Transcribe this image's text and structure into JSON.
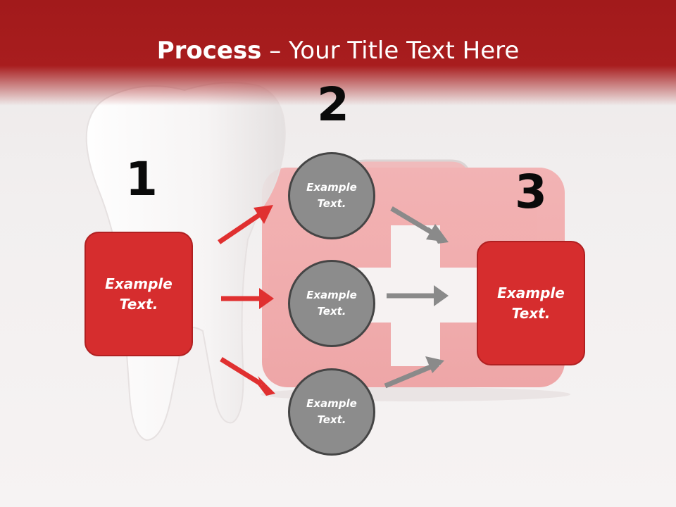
{
  "slide": {
    "title_bold": "Process",
    "title_rest": " – Your Title Text Here",
    "steps": {
      "one": "1",
      "two": "2",
      "three": "3"
    },
    "boxes": {
      "left": "Example\nText.",
      "right": "Example\nText."
    },
    "circles": {
      "top": "Example\nText.",
      "middle": "Example\nText.",
      "bottom": "Example\nText."
    }
  },
  "colors": {
    "header_red": "#a81d1e",
    "box_red": "#d62d2e",
    "arrow_red": "#e03030",
    "circle_gray": "#8c8c8c",
    "arrow_gray": "#8a8a8a"
  },
  "icons": [
    "tooth-illustration",
    "first-aid-kit-illustration"
  ]
}
